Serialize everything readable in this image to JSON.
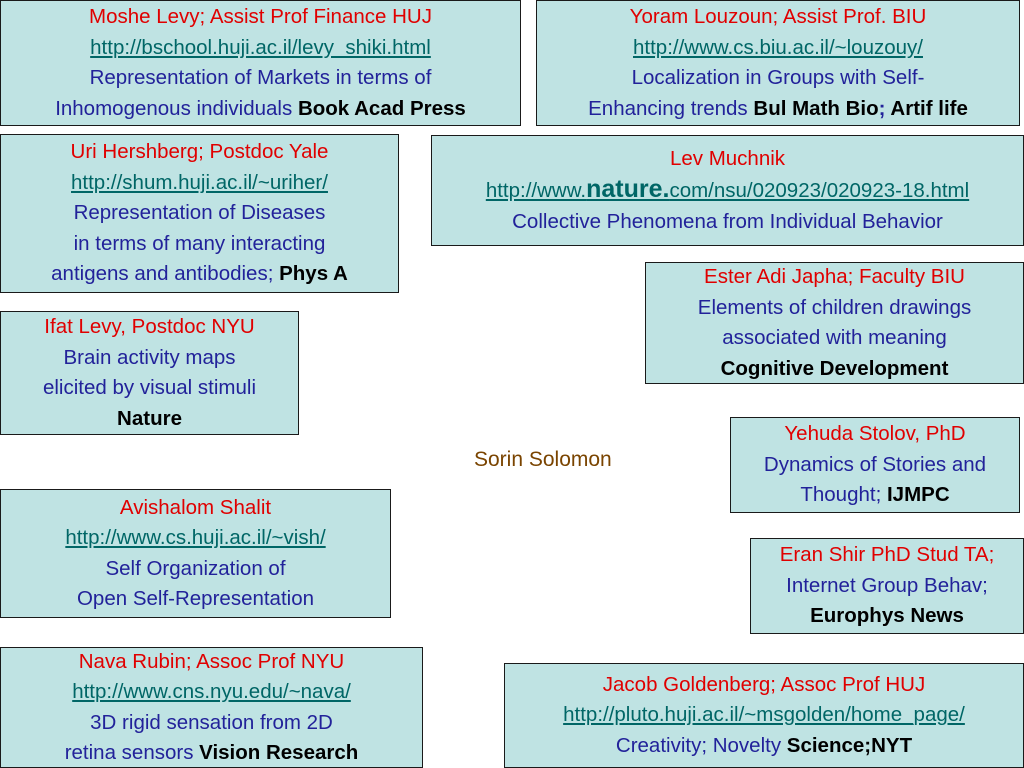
{
  "boxes": {
    "levy": {
      "name": "Moshe Levy; Assist Prof Finance HUJ",
      "url": "http://bschool.huji.ac.il/levy_shiki.html",
      "desc1": "Representation of Markets in terms of",
      "desc2": "Inhomogenous  individuals ",
      "journal": "Book Acad Press"
    },
    "louzoun": {
      "name": "Yoram Louzoun; Assist Prof. BIU",
      "url": "http://www.cs.biu.ac.il/~louzouy/",
      "desc1": "Localization in Groups with Self-",
      "desc2": "Enhancing trends ",
      "journal1": "Bul Math Bio",
      "sep": ";",
      "journal2": " Artif life"
    },
    "hershberg": {
      "name": "Uri Hershberg; Postdoc Yale",
      "url": "http://shum.huji.ac.il/~uriher/",
      "desc1": "Representation of Diseases",
      "desc2": "in terms of many interacting",
      "desc3": "antigens and antibodies; ",
      "journal": "Phys A"
    },
    "muchnik": {
      "name": "Lev Muchnik",
      "url_prefix": "http://www.",
      "url_emph": "nature.",
      "url_suffix": "com/nsu/020923/020923-18.html",
      "desc": "Collective Phenomena from Individual Behavior"
    },
    "japha": {
      "name": "Ester Adi Japha; Faculty BIU",
      "desc1": "Elements of children drawings",
      "desc2": "associated with meaning",
      "journal": "Cognitive Development"
    },
    "ifat": {
      "name": "Ifat Levy, Postdoc NYU",
      "desc1": "Brain activity maps",
      "desc2": "elicited by visual stimuli",
      "journal": "Nature"
    },
    "stolov": {
      "name": "Yehuda Stolov, PhD",
      "desc1": "Dynamics of Stories and",
      "desc2": "Thought; ",
      "journal": "IJMPC"
    },
    "shalit": {
      "name": "Avishalom Shalit",
      "url": "http://www.cs.huji.ac.il/~vish/",
      "desc1": "Self Organization of",
      "desc2": "Open Self-Representation"
    },
    "shir": {
      "name": "Eran Shir PhD Stud TA;",
      "desc": "Internet Group Behav;",
      "journal": "Europhys News"
    },
    "rubin": {
      "name": "Nava Rubin; Assoc Prof NYU",
      "url": "http://www.cns.nyu.edu/~nava/",
      "desc1": "3D rigid sensation from 2D",
      "desc2": "retina sensors ",
      "journal": "Vision Research"
    },
    "goldenberg": {
      "name": "Jacob Goldenberg; Assoc Prof HUJ",
      "url": "http://pluto.huji.ac.il/~msgolden/home_page/",
      "desc": "Creativity; Novelty ",
      "journal": "Science;NYT"
    }
  },
  "center": {
    "name": "Sorin Solomon"
  },
  "colors": {
    "box_bg": "#bfe3e3",
    "name": "#e00000",
    "desc": "#22229a",
    "link": "#006666",
    "center": "#7a4400"
  }
}
